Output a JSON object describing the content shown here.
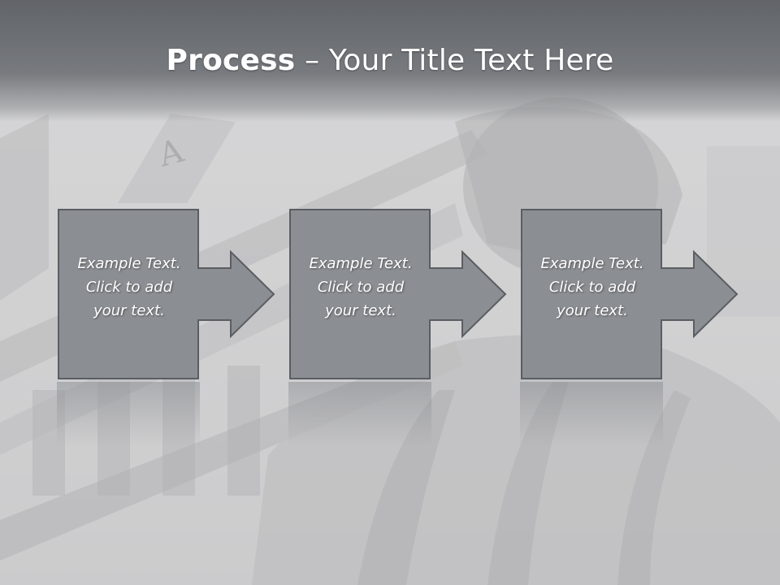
{
  "slide": {
    "title_bold": "Process",
    "title_rest": " – Your Title Text Here"
  },
  "steps": [
    {
      "lines": [
        "Example Text.",
        "Click  to add",
        "your text."
      ]
    },
    {
      "lines": [
        "Example Text.",
        "Click  to add",
        "your text."
      ]
    },
    {
      "lines": [
        "Example Text.",
        "Click  to add",
        "your text."
      ]
    }
  ],
  "colors": {
    "header": "#6a6d71",
    "box_fill": "#8b8e93",
    "box_border": "#5a5d61",
    "text": "#ffffff"
  }
}
